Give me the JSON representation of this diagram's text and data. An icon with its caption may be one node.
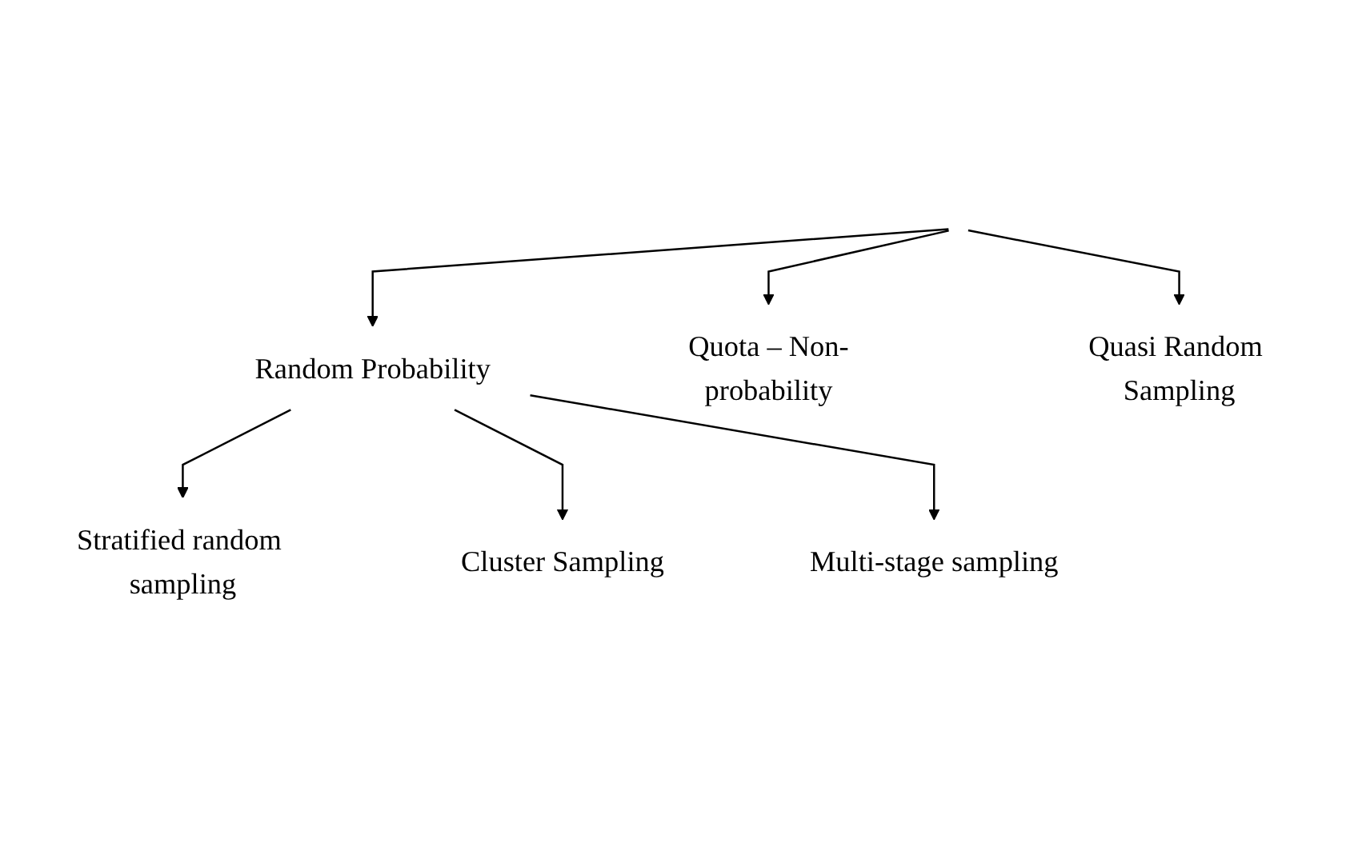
{
  "diagram": {
    "nodes": [
      {
        "text": [
          "Random Probability"
        ]
      },
      {
        "text": [
          "Quota – Non-probability"
        ]
      },
      {
        "text": [
          "Quasi Random Sampling"
        ]
      },
      {
        "text": [
          "Stratified random sampling"
        ]
      },
      {
        "text": [
          "Cluster Sampling"
        ]
      },
      {
        "text": [
          "Multi-stage sampling"
        ]
      }
    ],
    "edges": [
      {
        "from": null,
        "to": 0,
        "arrow": "to"
      },
      {
        "from": null,
        "to": 2,
        "arrow": "to"
      },
      {
        "from": null,
        "to": 1,
        "arrow": "to"
      },
      {
        "from": 0,
        "to": 3,
        "arrow": "to"
      },
      {
        "from": 0,
        "to": 4,
        "arrow": "to"
      },
      {
        "from": 0,
        "to": 5,
        "arrow": "to"
      }
    ]
  }
}
